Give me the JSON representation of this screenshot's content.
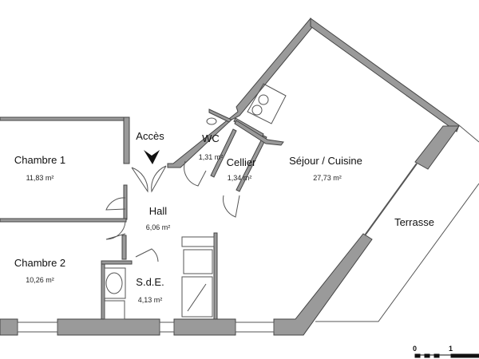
{
  "rooms": [
    {
      "name": "Chambre 1",
      "area": "11,83 m²"
    },
    {
      "name": "Chambre 2",
      "area": "10,26 m²"
    },
    {
      "name": "Hall",
      "area": "6,06 m²"
    },
    {
      "name": "S.d.E.",
      "area": "4,13 m²"
    },
    {
      "name": "WC",
      "area": "1,31 m²"
    },
    {
      "name": "Cellier",
      "area": "1,34 m²"
    },
    {
      "name": "Séjour / Cuisine",
      "area": "27,73 m²"
    },
    {
      "name": "Terrasse"
    }
  ],
  "entrance_label": "Accès",
  "scale": {
    "start": "0",
    "end": "1"
  },
  "colors": {
    "wall": "#9a9a9a",
    "wall_stroke": "#444444",
    "fixture": "#777777"
  }
}
